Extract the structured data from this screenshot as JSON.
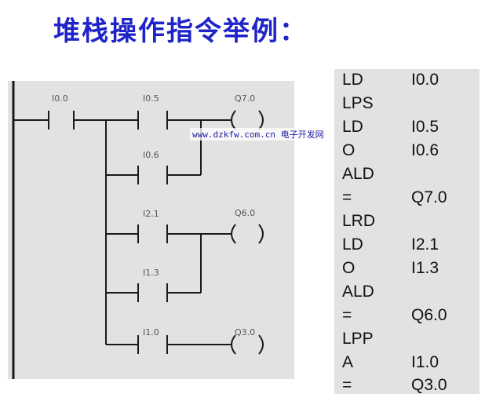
{
  "title": "堆栈操作指令举例：",
  "watermark": {
    "url": "www.dzkfw.com.cn",
    "site": "电子开发网"
  },
  "ladder": {
    "contacts": [
      {
        "label": "I0.0"
      },
      {
        "label": "I0.5"
      },
      {
        "label": "I0.6"
      },
      {
        "label": "I2.1"
      },
      {
        "label": "I1.3"
      },
      {
        "label": "I1.0"
      }
    ],
    "coils": [
      {
        "label": "Q7.0"
      },
      {
        "label": "Q6.0"
      },
      {
        "label": "Q3.0"
      }
    ]
  },
  "instructions": [
    {
      "op": "LD",
      "arg": "I0.0"
    },
    {
      "op": "LPS",
      "arg": ""
    },
    {
      "op": "LD",
      "arg": "I0.5"
    },
    {
      "op": "O",
      "arg": "I0.6"
    },
    {
      "op": "ALD",
      "arg": ""
    },
    {
      "op": "=",
      "arg": "Q7.0"
    },
    {
      "op": "LRD",
      "arg": ""
    },
    {
      "op": "LD",
      "arg": "I2.1"
    },
    {
      "op": "O",
      "arg": "I1.3"
    },
    {
      "op": "ALD",
      "arg": ""
    },
    {
      "op": "=",
      "arg": "Q6.0"
    },
    {
      "op": "LPP",
      "arg": ""
    },
    {
      "op": "A",
      "arg": "I1.0"
    },
    {
      "op": "=",
      "arg": "Q3.0"
    }
  ]
}
